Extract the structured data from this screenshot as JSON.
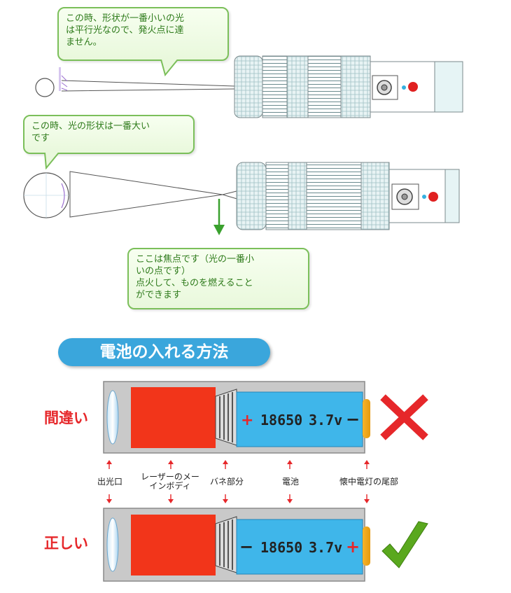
{
  "callouts": {
    "parallel": "この時、形状が一番小いの光\nは平行光なので、発火点に達\nません。",
    "largest": "この時、光の形状は一番大い\nです",
    "focus": "ここは焦点です（光の一番小\nいの点です）\n 点火して、ものを燃えること\nができます"
  },
  "section_title": "電池の入れる方法",
  "rows": {
    "wrong_label": "間違い",
    "right_label": "正しい"
  },
  "battery": {
    "model": "18650",
    "voltage": "3.7v",
    "wrong_left_sign": "+",
    "wrong_right_sign": "−",
    "right_left_sign": "−",
    "right_right_sign": "+"
  },
  "parts": {
    "exit": "出光口",
    "laser_body": "レーザーのメー\nインボディ",
    "spring": "バネ部分",
    "battery": "電池",
    "tail": "懐中電灯の尾部"
  },
  "colors": {
    "callout_border": "#7bbf5a",
    "callout_text": "#2d7a1a",
    "title_bg": "#3aa6dc",
    "label_red": "#e6272a",
    "battery_blue": "#3fb6ea",
    "laser_red": "#f2351a",
    "check_green": "#5aa81e"
  }
}
